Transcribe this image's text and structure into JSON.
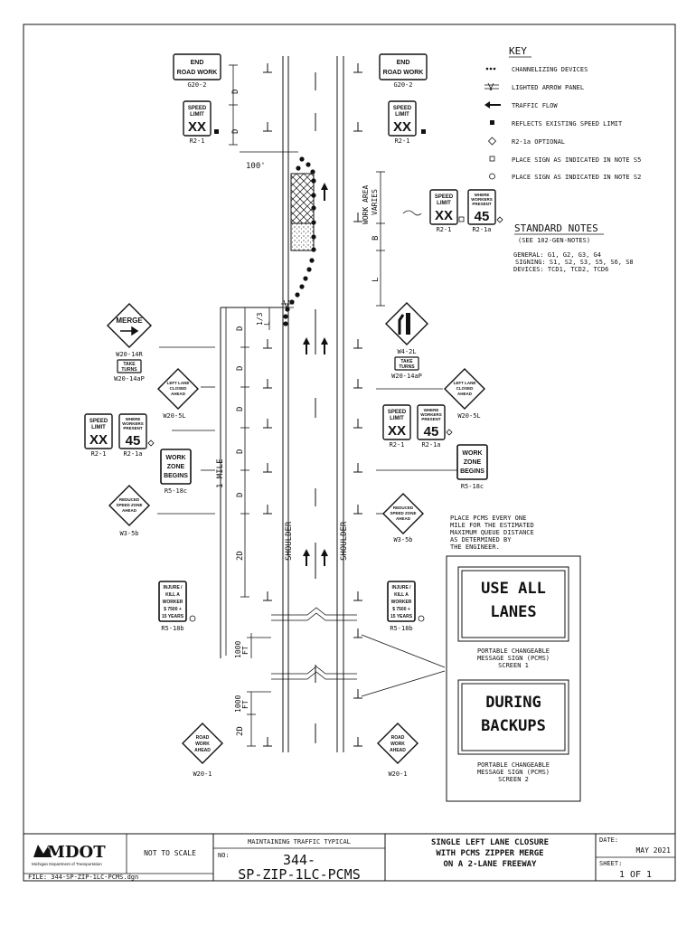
{
  "key": {
    "title": "KEY",
    "items": [
      {
        "icon": "channelizing-devices-icon",
        "label": "CHANNELIZING DEVICES"
      },
      {
        "icon": "lighted-arrow-panel-icon",
        "label": "LIGHTED ARROW PANEL"
      },
      {
        "icon": "traffic-flow-arrow-icon",
        "label": "TRAFFIC FLOW"
      },
      {
        "icon": "filled-square-icon",
        "label": "REFLECTS EXISTING SPEED LIMIT"
      },
      {
        "icon": "diamond-outline-icon",
        "label": "R2-1a OPTIONAL"
      },
      {
        "icon": "open-square-icon",
        "label": "PLACE SIGN AS INDICATED IN NOTE S5"
      },
      {
        "icon": "open-circle-icon",
        "label": "PLACE SIGN AS INDICATED IN NOTE S2"
      }
    ]
  },
  "standard_notes": {
    "title": "STANDARD NOTES",
    "subtitle": "(SEE 102-GEN-NOTES)",
    "general": "GENERAL: G1, G2, G3, G4",
    "signing": "SIGNING: S1, S2, S3, S5, S6, S8",
    "devices": "DEVICES: TCD1, TCD2, TCD6"
  },
  "signs": {
    "end_road_work": {
      "line1": "END",
      "line2": "ROAD WORK",
      "code": "G20-2"
    },
    "speed_limit": {
      "line1": "SPEED",
      "line2": "LIMIT",
      "value": "XX",
      "code": "R2-1"
    },
    "where_workers": {
      "line1": "WHERE",
      "line2": "WORKERS",
      "line3": "PRESENT",
      "value": "45",
      "code": "R2-1a"
    },
    "merge": {
      "text": "MERGE",
      "code": "W20-14R"
    },
    "take_turns": {
      "line1": "TAKE",
      "line2": "TURNS",
      "code_left": "W20-14aP",
      "code_right": "W20-14aP"
    },
    "left_lane_closed": {
      "line1": "LEFT LANE",
      "line2": "CLOSED",
      "line3": "AHEAD",
      "code": "W20-5L"
    },
    "lane_ends": {
      "code": "W4-2L"
    },
    "work_zone_begins": {
      "line1": "WORK",
      "line2": "ZONE",
      "line3": "BEGINS",
      "code": "R5-18c"
    },
    "reduced_speed": {
      "line1": "REDUCED",
      "line2": "SPEED ZONE",
      "line3": "AHEAD",
      "code": "W3-5b"
    },
    "injure_kill": {
      "line1": "INJURE /",
      "line2": "KILL A",
      "line3": "WORKER",
      "line4": "$ 7500 +",
      "line5": "15 YEARS",
      "code": "R5-18b"
    },
    "road_work_ahead": {
      "line1": "ROAD",
      "line2": "WORK",
      "line3": "AHEAD",
      "code": "W20-1"
    }
  },
  "dimensions": {
    "d": "D",
    "b": "B",
    "l": "L",
    "third": "1/3",
    "two_d": "2D",
    "hundred": "100'",
    "one_mile": "1 MILE",
    "thousand": "1000",
    "ft": "FT",
    "work_area_1": "WORK AREA",
    "work_area_2": "VARIES"
  },
  "road": {
    "shoulder": "SHOULDER"
  },
  "pcms_note": [
    "PLACE PCMS EVERY ONE",
    "MILE FOR THE ESTIMATED",
    "MAXIMUM QUEUE DISTANCE",
    "AS DETERMINED BY",
    "THE ENGINEER."
  ],
  "pcms": {
    "screen1": {
      "line1": "USE ALL",
      "line2": "LANES",
      "cap1": "PORTABLE CHANGEABLE",
      "cap2": "MESSAGE SIGN (PCMS)",
      "cap3": "SCREEN 1"
    },
    "screen2": {
      "line1": "DURING",
      "line2": "BACKUPS",
      "cap1": "PORTABLE CHANGEABLE",
      "cap2": "MESSAGE SIGN (PCMS)",
      "cap3": "SCREEN 2"
    }
  },
  "title_block": {
    "logo": "MDOT",
    "logo_sub": "Michigan Department of Transportation",
    "scale": "NOT TO SCALE",
    "category": "MAINTAINING TRAFFIC TYPICAL",
    "no_label": "NO:",
    "no_value_1": "344-",
    "no_value_2": "SP-ZIP-1LC-PCMS",
    "title_1": "SINGLE LEFT LANE CLOSURE",
    "title_2": "WITH PCMS ZIPPER MERGE",
    "title_3": "ON A 2-LANE FREEWAY",
    "date_label": "DATE:",
    "date_value": "MAY 2021",
    "sheet_label": "SHEET:",
    "sheet_value": "1 OF 1",
    "file": "FILE: 344-SP-ZIP-1LC-PCMS.dgn"
  }
}
